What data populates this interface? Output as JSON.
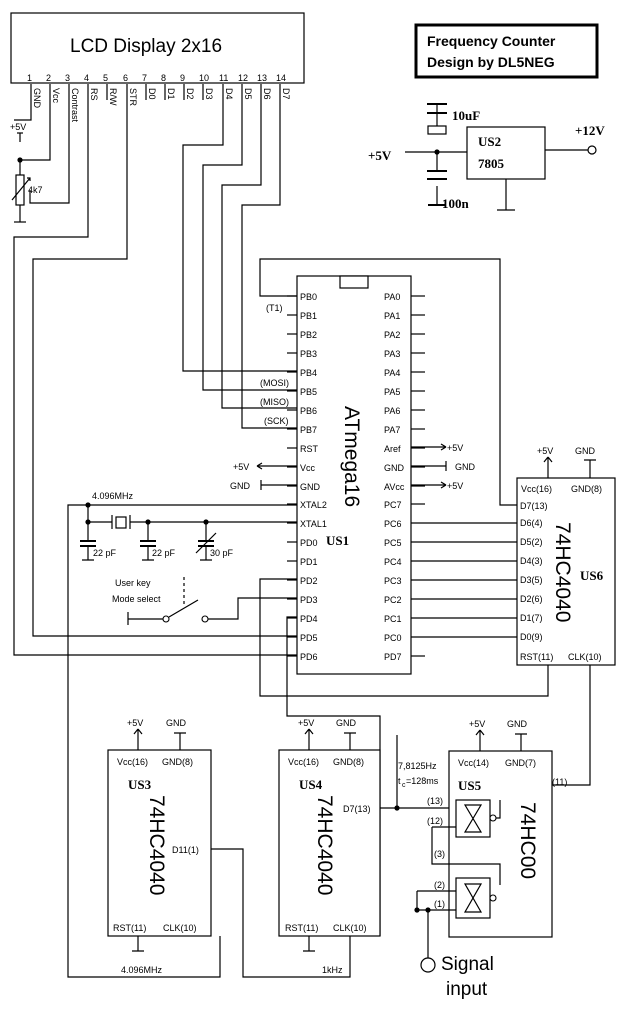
{
  "lcd": {
    "title": "LCD Display 2x16",
    "pin_numbers": [
      "1",
      "2",
      "3",
      "4",
      "5",
      "6",
      "7",
      "8",
      "9",
      "10",
      "11",
      "12",
      "13",
      "14"
    ],
    "pin_names": [
      "GND",
      "Vcc",
      "Contrast",
      "RS",
      "R/W",
      "STR",
      "D0",
      "D1",
      "D2",
      "D3",
      "D4",
      "D5",
      "D6",
      "D7"
    ],
    "supply": "+5V",
    "pot": "4k7"
  },
  "credit": {
    "line1": "Frequency Counter",
    "line2": "Design by DL5NEG"
  },
  "regulator": {
    "name": "US2",
    "type": "7805",
    "cap1": "10uF",
    "cap2": "100n",
    "input": "+12V",
    "output": "+5V"
  },
  "mcu": {
    "name": "ATmega16",
    "ref": "US1",
    "left_pins": [
      "PB0",
      "PB1",
      "PB2",
      "PB3",
      "PB4",
      "PB5",
      "PB6",
      "PB7",
      "RST",
      "Vcc",
      "GND",
      "XTAL2",
      "XTAL1",
      "PD0",
      "PD1",
      "PD2",
      "PD3",
      "PD4",
      "PD5",
      "PD6"
    ],
    "right_pins": [
      "PA0",
      "PA1",
      "PA2",
      "PA3",
      "PA4",
      "PA5",
      "PA6",
      "PA7",
      "Aref",
      "GND",
      "AVcc",
      "PC7",
      "PC6",
      "PC5",
      "PC4",
      "PC3",
      "PC2",
      "PC1",
      "PC0",
      "PD7"
    ],
    "t1": "(T1)",
    "mosi": "(MOSI)",
    "miso": "(MISO)",
    "sck": "(SCK)",
    "vcc_label": "+5V",
    "gnd_label": "GND",
    "aref_label": "+5V",
    "gnd2_label": "GND",
    "avcc_label": "+5V"
  },
  "crystal": {
    "freq": "4.096MHz",
    "c1": "22 pF",
    "c2": "22 pF",
    "c3": "30 pF"
  },
  "userkey": {
    "line1": "User key",
    "line2": "Mode select"
  },
  "us6": {
    "ref": "US6",
    "type": "74HC4040",
    "vcc": "Vcc(16)",
    "gnd": "GND(8)",
    "pins": [
      "D7(13)",
      "D6(4)",
      "D5(2)",
      "D4(3)",
      "D3(5)",
      "D2(6)",
      "D1(7)",
      "D0(9)"
    ],
    "rst": "RST(11)",
    "clk": "CLK(10)",
    "plus5": "+5V",
    "gndlbl": "GND"
  },
  "us3": {
    "ref": "US3",
    "type": "74HC4040",
    "vcc": "Vcc(16)",
    "gnd": "GND(8)",
    "out": "D11(1)",
    "rst": "RST(11)",
    "clk": "CLK(10)",
    "freq": "4.096MHz",
    "plus5": "+5V",
    "gndlbl": "GND"
  },
  "us4": {
    "ref": "US4",
    "type": "74HC4040",
    "vcc": "Vcc(16)",
    "gnd": "GND(8)",
    "out": "D7(13)",
    "rst": "RST(11)",
    "clk": "CLK(10)",
    "freq": "1kHz",
    "plus5": "+5V",
    "gndlbl": "GND"
  },
  "gate": {
    "ref": "US5",
    "type": "74HC00",
    "vcc": "Vcc(14)",
    "gnd": "GND(7)",
    "p13": "(13)",
    "p12": "(12)",
    "p11": "(11)",
    "p3": "(3)",
    "p2": "(2)",
    "p1": "(1)",
    "plus5": "+5V",
    "gndlbl": "GND",
    "f1": "7,8125Hz",
    "f2": "t",
    "f2sub": "c",
    "f2rest": "=128ms"
  },
  "signal": {
    "line1": "Signal",
    "line2": "input"
  }
}
